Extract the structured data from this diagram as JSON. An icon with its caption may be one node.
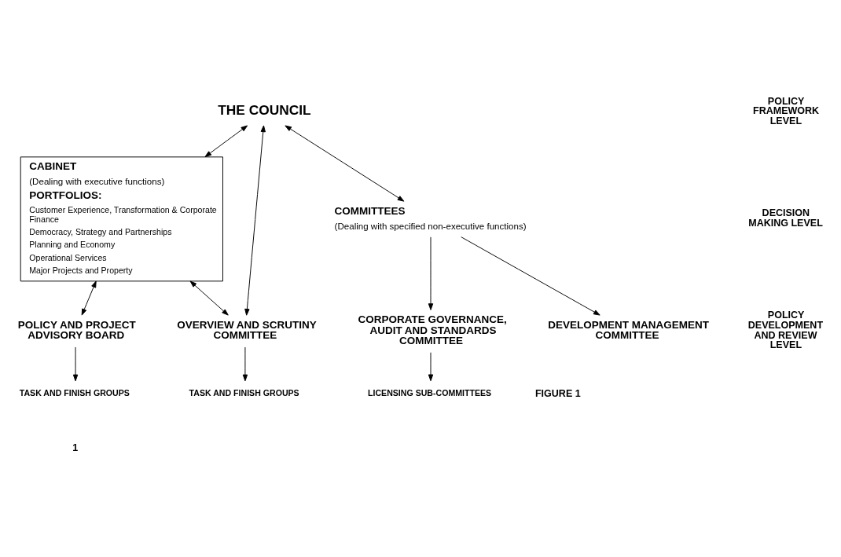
{
  "diagram": {
    "nodes": [
      {
        "text": [
          "THE COUNCIL"
        ]
      },
      {
        "text": [
          "CABINET",
          "(Dealing with executive functions)",
          "PORTFOLIOS:",
          "Customer Experience, Transformation & Corporate Finance",
          "Democracy, Strategy and Partnerships",
          "Planning and Economy",
          "Operational Services",
          "Major Projects and Property"
        ]
      },
      {
        "text": [
          "COMMITTEES",
          "(Dealing with specified non-executive functions)"
        ]
      },
      {
        "text": [
          "CORPORATE GOVERNANCE, AUDIT AND STANDARDS COMMITTEE"
        ]
      },
      {
        "text": [
          "DEVELOPMENT MANAGEMENT COMMITTEE"
        ]
      },
      {
        "text": [
          "LICENSING SUB-COMMITTEES"
        ]
      },
      {
        "text": [
          "POLICY AND PROJECT ADVISORY BOARD"
        ]
      },
      {
        "text": [
          "OVERVIEW AND SCRUTINY COMMITTEE"
        ]
      },
      {
        "text": [
          "TASK AND FINISH GROUPS"
        ]
      },
      {
        "text": [
          "TASK AND FINISH GROUPS"
        ]
      }
    ],
    "edges": [
      {
        "from": 0,
        "to": 1,
        "arrow": "both"
      },
      {
        "from": 0,
        "to": 7,
        "arrow": "both"
      },
      {
        "from": 0,
        "to": 2,
        "arrow": "both"
      },
      {
        "from": 2,
        "to": 3,
        "arrow": "to"
      },
      {
        "from": 2,
        "to": 4,
        "arrow": "to"
      },
      {
        "from": 3,
        "to": 5,
        "arrow": "to"
      },
      {
        "from": 1,
        "to": 6,
        "arrow": "both"
      },
      {
        "from": 1,
        "to": 7,
        "arrow": "both"
      },
      {
        "from": 6,
        "to": 8,
        "arrow": "to"
      },
      {
        "from": 7,
        "to": 9,
        "arrow": "to"
      }
    ],
    "labels": [
      "POLICY FRAMEWORK LEVEL",
      "DECISION MAKING LEVEL",
      "POLICY DEVELOPMENT AND REVIEW LEVEL",
      "FIGURE 1",
      "1"
    ]
  }
}
